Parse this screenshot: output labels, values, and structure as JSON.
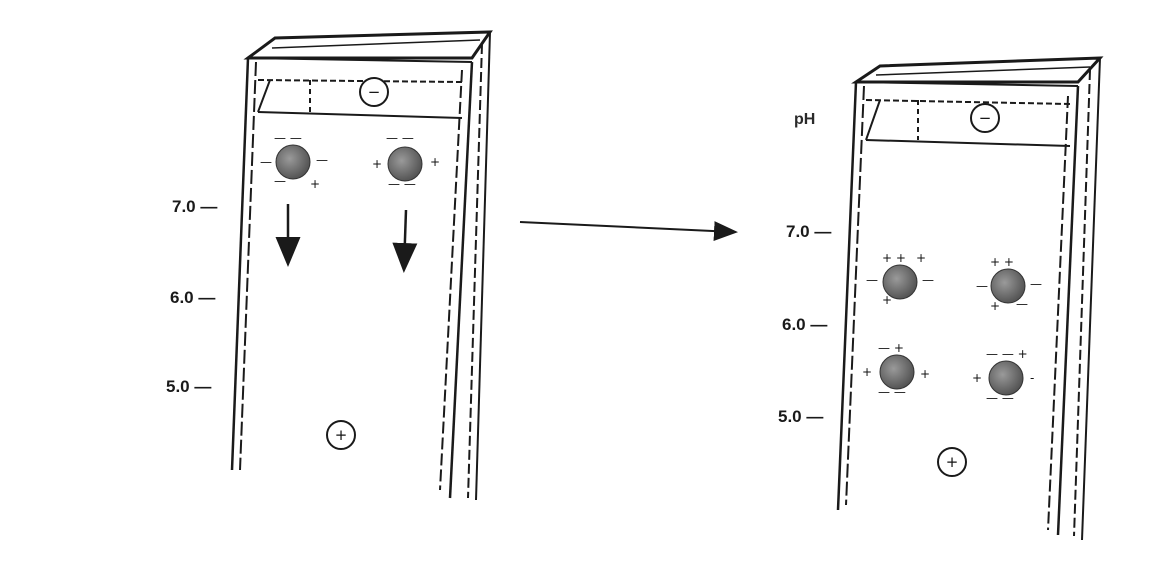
{
  "left_panel": {
    "scale": [
      {
        "label": "7.0 —"
      },
      {
        "label": "6.0 —"
      },
      {
        "label": "5.0 —"
      }
    ],
    "top_electrode_sign": "−",
    "bottom_electrode_sign": "+"
  },
  "right_panel": {
    "ph_label": "pH",
    "scale": [
      {
        "label": "7.0 —"
      },
      {
        "label": "6.0 —"
      },
      {
        "label": "5.0 —"
      }
    ],
    "top_electrode_sign": "−",
    "bottom_electrode_sign": "+"
  },
  "colors": {
    "ink": "#1a1a1a",
    "particle_fill": "#6e6e6e",
    "paper": "#ffffff"
  },
  "icons": [
    "down-arrow-icon",
    "right-arrow-icon",
    "charged-particle-icon",
    "electrode-icon"
  ]
}
